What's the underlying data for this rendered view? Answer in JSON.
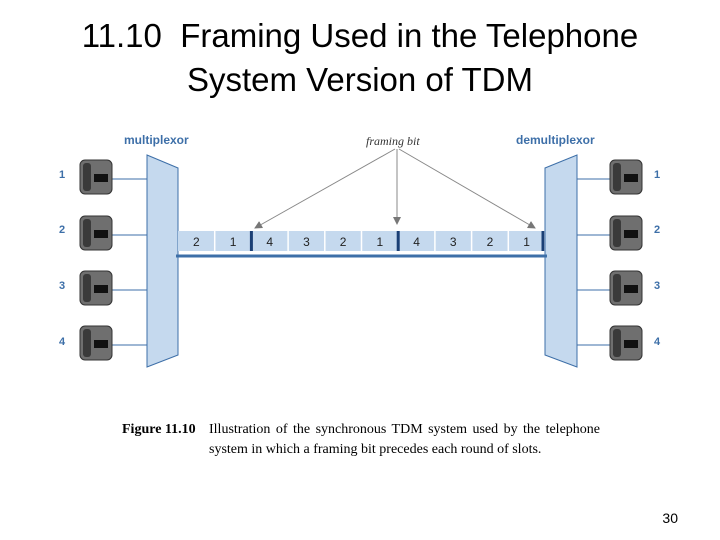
{
  "title": {
    "line1": "11.10  Framing Used in the Telephone",
    "line2": "System Version of TDM"
  },
  "diagram": {
    "multiplexor_label": "multiplexor",
    "demultiplexor_label": "demultiplexor",
    "framing_bit_label": "framing bit",
    "input_phones": [
      "1",
      "2",
      "3",
      "4"
    ],
    "output_phones": [
      "1",
      "2",
      "3",
      "4"
    ],
    "slots": [
      "2",
      "1",
      "4",
      "3",
      "2",
      "1",
      "4",
      "3",
      "2",
      "1"
    ],
    "colors": {
      "mux_fill": "#c5d9ee",
      "mux_stroke": "#3d6fa8",
      "label": "#3d6fa8",
      "line": "#3d6fa8"
    }
  },
  "caption": {
    "figure_label": "Figure 11.10",
    "text": "Illustration of the synchronous TDM system used by the telephone system in which a framing bit precedes each round of slots."
  },
  "page_number": "30"
}
